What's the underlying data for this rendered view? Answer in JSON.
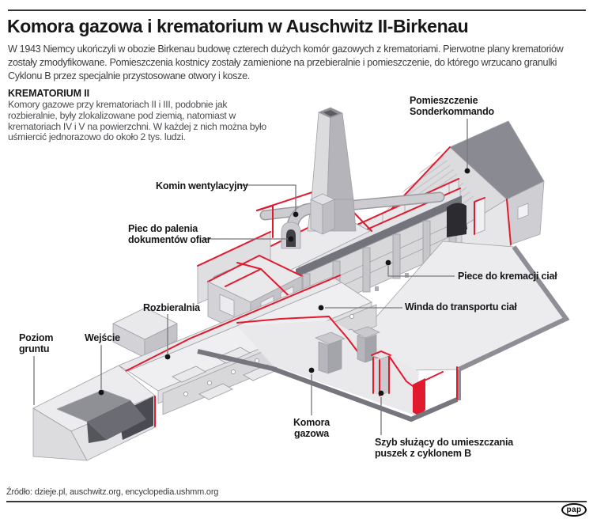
{
  "page": {
    "background": "#ffffff",
    "accent_red": "#e11a2e",
    "ink": "#17171a"
  },
  "header": {
    "title": "Komora gazowa i krematorium w Auschwitz II-Birkenau",
    "intro": "W 1943 Niemcy ukończyli w obozie Birkenau budowę czterech dużych komór gazowych z krematoriami. Pierwotne plany krematoriów zostały zmodyfikowane. Pomieszczenia kostnicy zostały zamienione na przebieralnie i pomieszczenie, do którego wrzucano granulki Cyklonu B przez specjalnie przystosowane otwory i kosze."
  },
  "section": {
    "heading": "KREMATORIUM II",
    "body": "Komory gazowe przy krematoriach II i III, podobnie jak rozbieralnie, były zlokalizowane pod ziemią, natomiast w krematoriach IV i V na powierzchni. W każdej z nich można było uśmiercić jednorazowo do około 2 tys. ludzi."
  },
  "diagram": {
    "labels": {
      "sonderkommando": {
        "line1": "Pomieszczenie",
        "line2": "Sonderkommando"
      },
      "komin": {
        "text": "Komin wentylacyjny"
      },
      "piec_dokumenty": {
        "line1": "Piec do palenia",
        "line2": "dokumentów ofiar"
      },
      "piece_kremacji": {
        "text": "Piece do kremacji ciał"
      },
      "winda": {
        "text": "Winda do transportu ciał"
      },
      "rozbieralnia": {
        "text": "Rozbieralnia"
      },
      "wejscie": {
        "text": "Wejście"
      },
      "poziom_gruntu": {
        "line1": "Poziom",
        "line2": "gruntu"
      },
      "komora_gazowa": {
        "line1": "Komora",
        "line2": "gazowa"
      },
      "szyb": {
        "line1": "Szyb służący do umieszczania",
        "line2": "puszek z cyklonem B"
      }
    }
  },
  "footer": {
    "source": "Źródło: dzieje.pl, auschwitz.org, encyclopedia.ushmm.org",
    "logo_text": "pap"
  }
}
